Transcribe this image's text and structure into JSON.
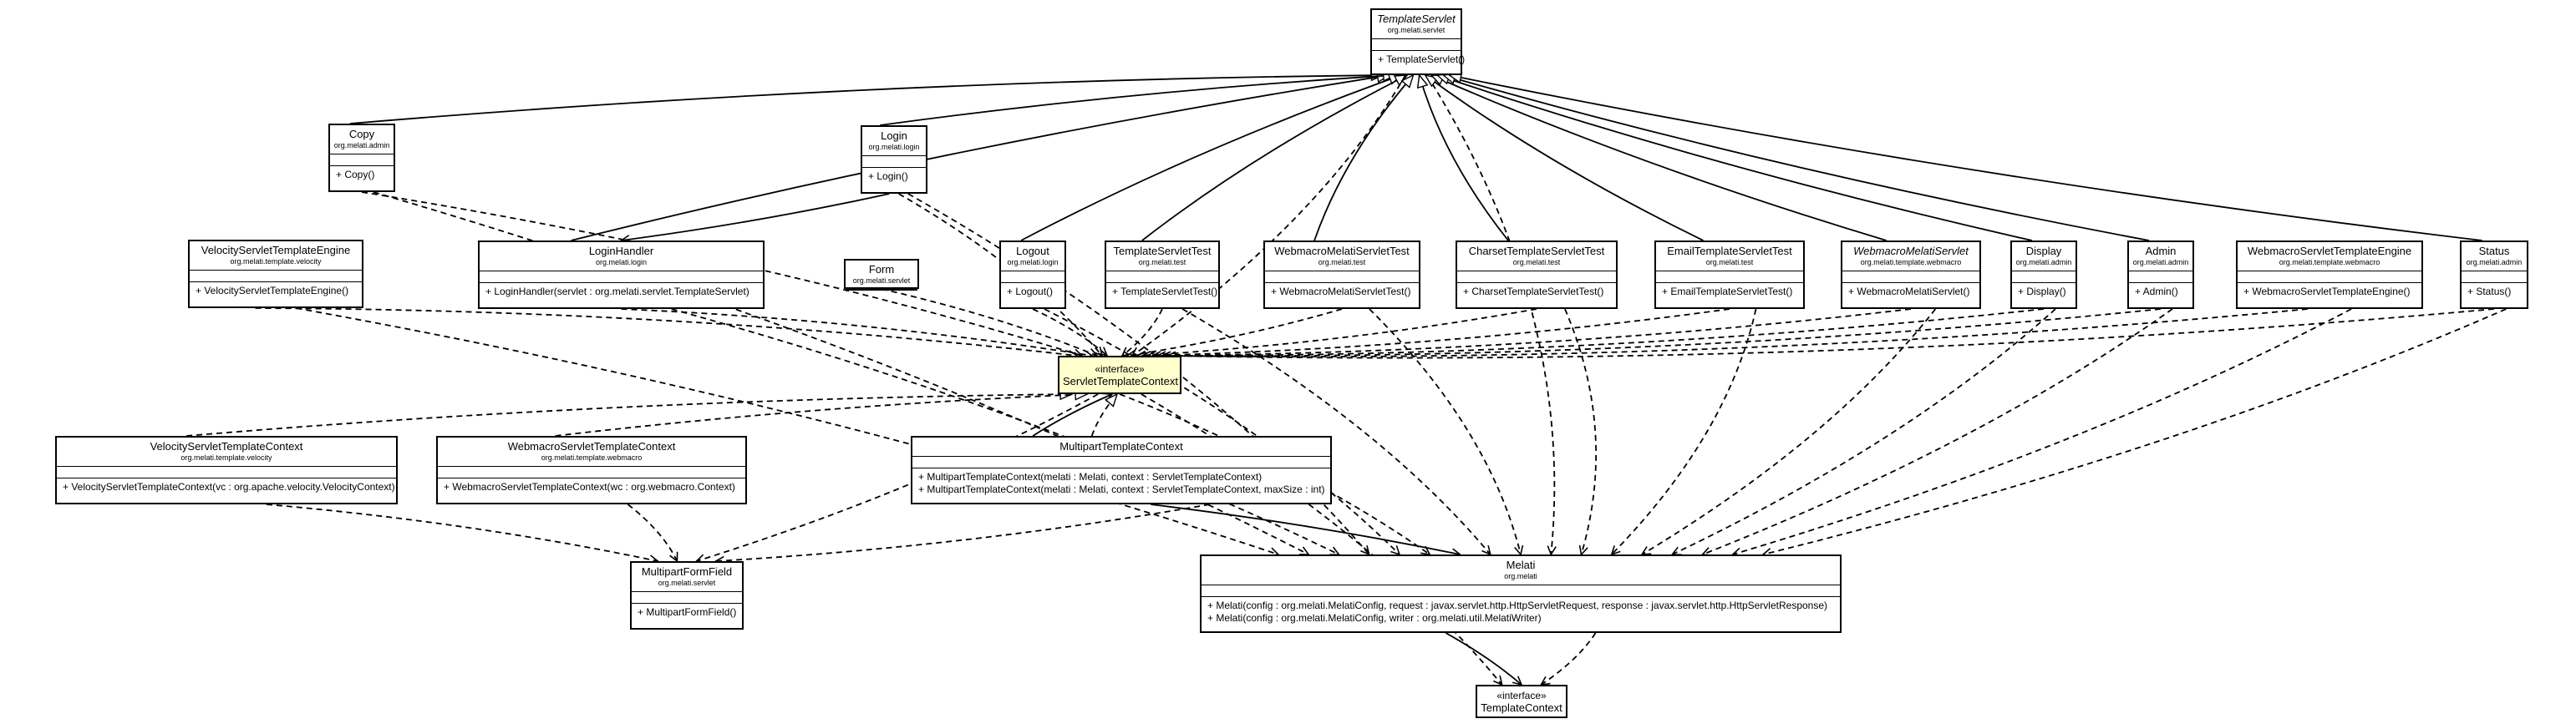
{
  "classes": [
    {
      "id": "templateservlet",
      "name": "TemplateServlet",
      "pkg": "org.melati.servlet",
      "ops": [
        "+ TemplateServlet()"
      ],
      "italic": true
    },
    {
      "id": "copy",
      "name": "Copy",
      "pkg": "org.melati.admin",
      "ops": [
        "+ Copy()"
      ]
    },
    {
      "id": "login",
      "name": "Login",
      "pkg": "org.melati.login",
      "ops": [
        "+ Login()"
      ]
    },
    {
      "id": "velocityservlettemplateengine",
      "name": "VelocityServletTemplateEngine",
      "pkg": "org.melati.template.velocity",
      "ops": [
        "+ VelocityServletTemplateEngine()"
      ]
    },
    {
      "id": "loginhandler",
      "name": "LoginHandler",
      "pkg": "org.melati.login",
      "ops": [
        "+ LoginHandler(servlet : org.melati.servlet.TemplateServlet)"
      ]
    },
    {
      "id": "form",
      "name": "Form",
      "pkg": "org.melati.servlet",
      "ops": []
    },
    {
      "id": "logout",
      "name": "Logout",
      "pkg": "org.melati.login",
      "ops": [
        "+ Logout()"
      ]
    },
    {
      "id": "templateservlettest",
      "name": "TemplateServletTest",
      "pkg": "org.melati.test",
      "ops": [
        "+ TemplateServletTest()"
      ]
    },
    {
      "id": "webmacromelatiservlettest",
      "name": "WebmacroMelatiServletTest",
      "pkg": "org.melati.test",
      "ops": [
        "+ WebmacroMelatiServletTest()"
      ]
    },
    {
      "id": "charsettemplateservlettest",
      "name": "CharsetTemplateServletTest",
      "pkg": "org.melati.test",
      "ops": [
        "+ CharsetTemplateServletTest()"
      ]
    },
    {
      "id": "emailtemplateservlettest",
      "name": "EmailTemplateServletTest",
      "pkg": "org.melati.test",
      "ops": [
        "+ EmailTemplateServletTest()"
      ]
    },
    {
      "id": "webmacromelatiservlet",
      "name": "WebmacroMelatiServlet",
      "pkg": "org.melati.template.webmacro",
      "ops": [
        "+ WebmacroMelatiServlet()"
      ],
      "italic": true
    },
    {
      "id": "display",
      "name": "Display",
      "pkg": "org.melati.admin",
      "ops": [
        "+ Display()"
      ]
    },
    {
      "id": "admin",
      "name": "Admin",
      "pkg": "org.melati.admin",
      "ops": [
        "+ Admin()"
      ]
    },
    {
      "id": "webmacroservlettemplateengine",
      "name": "WebmacroServletTemplateEngine",
      "pkg": "org.melati.template.webmacro",
      "ops": [
        "+ WebmacroServletTemplateEngine()"
      ]
    },
    {
      "id": "status",
      "name": "Status",
      "pkg": "org.melati.admin",
      "ops": [
        "+ Status()"
      ]
    },
    {
      "id": "servlettemplatecontext",
      "name": "ServletTemplateContext",
      "stereotype": "«interface»",
      "interface": true,
      "highlight": true
    },
    {
      "id": "velocityservlettemplatecontext",
      "name": "VelocityServletTemplateContext",
      "pkg": "org.melati.template.velocity",
      "ops": [
        "+ VelocityServletTemplateContext(vc : org.apache.velocity.VelocityContext)"
      ]
    },
    {
      "id": "webmacroservlettemplatecontext",
      "name": "WebmacroServletTemplateContext",
      "pkg": "org.melati.template.webmacro",
      "ops": [
        "+ WebmacroServletTemplateContext(wc : org.webmacro.Context)"
      ]
    },
    {
      "id": "multiparttemplatecontext",
      "name": "MultipartTemplateContext",
      "ops": [
        "+ MultipartTemplateContext(melati : Melati, context : ServletTemplateContext)",
        "+ MultipartTemplateContext(melati : Melati, context : ServletTemplateContext, maxSize : int)"
      ]
    },
    {
      "id": "multipartformfield",
      "name": "MultipartFormField",
      "pkg": "org.melati.servlet",
      "ops": [
        "+ MultipartFormField()"
      ]
    },
    {
      "id": "melati",
      "name": "Melati",
      "pkg": "org.melati",
      "ops": [
        "+ Melati(config : org.melati.MelatiConfig, request : javax.servlet.http.HttpServletRequest, response : javax.servlet.http.HttpServletResponse)",
        "+ Melati(config : org.melati.MelatiConfig, writer : org.melati.util.MelatiWriter)"
      ]
    },
    {
      "id": "templatecontext",
      "name": "TemplateContext",
      "stereotype": "«interface»",
      "interface": true
    }
  ],
  "relations": [
    {
      "from": "copy",
      "to": "templateservlet",
      "kind": "generalization"
    },
    {
      "from": "login",
      "to": "templateservlet",
      "kind": "generalization"
    },
    {
      "from": "loginhandler",
      "to": "templateservlet",
      "kind": "generalization"
    },
    {
      "from": "logout",
      "to": "templateservlet",
      "kind": "generalization"
    },
    {
      "from": "templateservlettest",
      "to": "templateservlet",
      "kind": "generalization"
    },
    {
      "from": "webmacromelatiservlettest",
      "to": "templateservlet",
      "kind": "generalization"
    },
    {
      "from": "charsettemplateservlettest",
      "to": "templateservlet",
      "kind": "generalization"
    },
    {
      "from": "emailtemplateservlettest",
      "to": "templateservlet",
      "kind": "generalization"
    },
    {
      "from": "webmacromelatiservlet",
      "to": "templateservlet",
      "kind": "generalization"
    },
    {
      "from": "display",
      "to": "templateservlet",
      "kind": "generalization"
    },
    {
      "from": "admin",
      "to": "templateservlet",
      "kind": "generalization"
    },
    {
      "from": "status",
      "to": "templateservlet",
      "kind": "generalization"
    },
    {
      "from": "login",
      "to": "loginhandler",
      "kind": "association"
    },
    {
      "from": "multiparttemplatecontext",
      "to": "servlettemplatecontext",
      "kind": "association"
    },
    {
      "from": "multiparttemplatecontext",
      "to": "servlettemplatecontext",
      "kind": "realization"
    },
    {
      "from": "velocityservlettemplatecontext",
      "to": "servlettemplatecontext",
      "kind": "realization"
    },
    {
      "from": "webmacroservlettemplatecontext",
      "to": "servlettemplatecontext",
      "kind": "realization"
    },
    {
      "from": "multiparttemplatecontext",
      "to": "melati",
      "kind": "association"
    },
    {
      "from": "melati",
      "to": "templatecontext",
      "kind": "association"
    },
    {
      "from": "templateservlet",
      "to": "servlettemplatecontext",
      "kind": "dependency"
    },
    {
      "from": "templateservlet",
      "to": "melati",
      "kind": "dependency"
    },
    {
      "from": "copy",
      "to": "servlettemplatecontext",
      "kind": "dependency"
    },
    {
      "from": "copy",
      "to": "melati",
      "kind": "dependency"
    },
    {
      "from": "login",
      "to": "servlettemplatecontext",
      "kind": "dependency"
    },
    {
      "from": "login",
      "to": "melati",
      "kind": "dependency"
    },
    {
      "from": "velocityservlettemplateengine",
      "to": "servlettemplatecontext",
      "kind": "dependency"
    },
    {
      "from": "velocityservlettemplateengine",
      "to": "melati",
      "kind": "dependency"
    },
    {
      "from": "loginhandler",
      "to": "servlettemplatecontext",
      "kind": "dependency"
    },
    {
      "from": "loginhandler",
      "to": "melati",
      "kind": "dependency"
    },
    {
      "from": "form",
      "to": "servlettemplatecontext",
      "kind": "dependency"
    },
    {
      "from": "logout",
      "to": "servlettemplatecontext",
      "kind": "dependency"
    },
    {
      "from": "logout",
      "to": "melati",
      "kind": "dependency"
    },
    {
      "from": "templateservlettest",
      "to": "servlettemplatecontext",
      "kind": "dependency"
    },
    {
      "from": "templateservlettest",
      "to": "melati",
      "kind": "dependency"
    },
    {
      "from": "webmacromelatiservlettest",
      "to": "servlettemplatecontext",
      "kind": "dependency"
    },
    {
      "from": "webmacromelatiservlettest",
      "to": "melati",
      "kind": "dependency"
    },
    {
      "from": "charsettemplateservlettest",
      "to": "servlettemplatecontext",
      "kind": "dependency"
    },
    {
      "from": "charsettemplateservlettest",
      "to": "melati",
      "kind": "dependency"
    },
    {
      "from": "emailtemplateservlettest",
      "to": "servlettemplatecontext",
      "kind": "dependency"
    },
    {
      "from": "emailtemplateservlettest",
      "to": "melati",
      "kind": "dependency"
    },
    {
      "from": "webmacromelatiservlet",
      "to": "servlettemplatecontext",
      "kind": "dependency"
    },
    {
      "from": "webmacromelatiservlet",
      "to": "melati",
      "kind": "dependency"
    },
    {
      "from": "display",
      "to": "servlettemplatecontext",
      "kind": "dependency"
    },
    {
      "from": "display",
      "to": "melati",
      "kind": "dependency"
    },
    {
      "from": "admin",
      "to": "servlettemplatecontext",
      "kind": "dependency"
    },
    {
      "from": "admin",
      "to": "melati",
      "kind": "dependency"
    },
    {
      "from": "webmacroservlettemplateengine",
      "to": "servlettemplatecontext",
      "kind": "dependency"
    },
    {
      "from": "webmacroservlettemplateengine",
      "to": "melati",
      "kind": "dependency"
    },
    {
      "from": "status",
      "to": "servlettemplatecontext",
      "kind": "dependency"
    },
    {
      "from": "status",
      "to": "melati",
      "kind": "dependency"
    },
    {
      "from": "servlettemplatecontext",
      "to": "multipartformfield",
      "kind": "dependency"
    },
    {
      "from": "servlettemplatecontext",
      "to": "melati",
      "kind": "dependency"
    },
    {
      "from": "servlettemplatecontext",
      "to": "templatecontext",
      "kind": "dependency"
    },
    {
      "from": "velocityservlettemplatecontext",
      "to": "multipartformfield",
      "kind": "dependency"
    },
    {
      "from": "webmacroservlettemplatecontext",
      "to": "multipartformfield",
      "kind": "dependency"
    },
    {
      "from": "multiparttemplatecontext",
      "to": "multipartformfield",
      "kind": "dependency"
    },
    {
      "from": "melati",
      "to": "templatecontext",
      "kind": "dependency"
    }
  ]
}
